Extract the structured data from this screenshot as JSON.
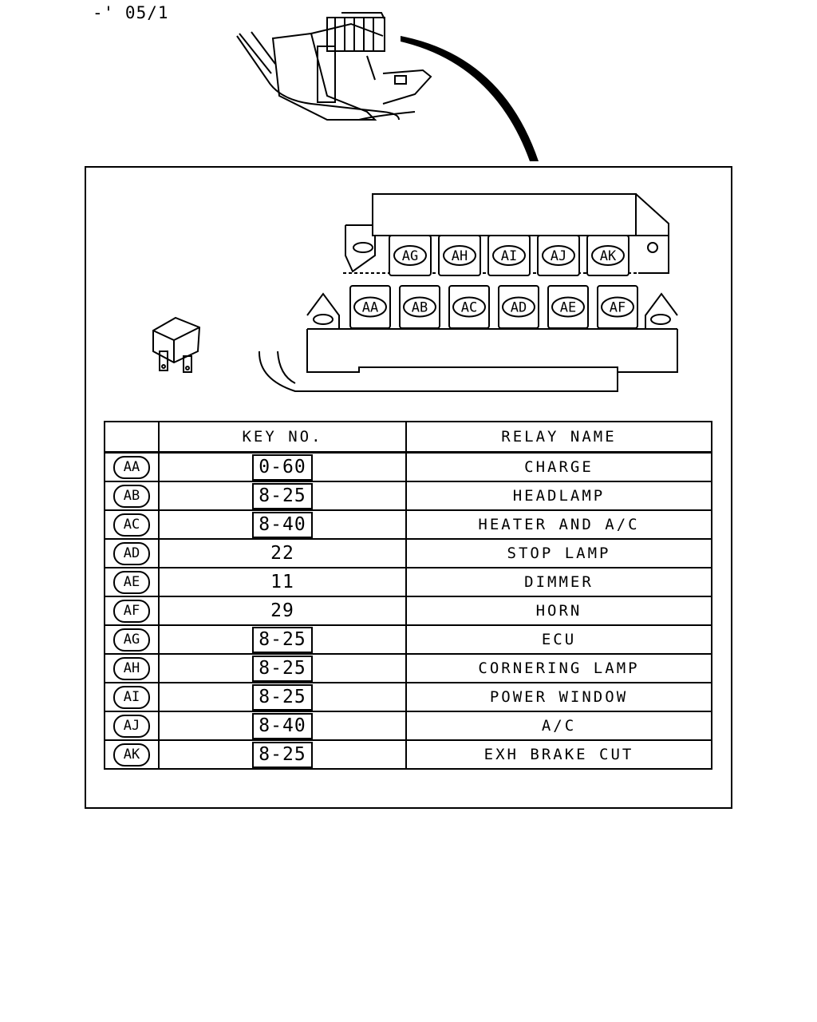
{
  "page_code": "-' 05/1",
  "block_labels_top": [
    "AG",
    "AH",
    "AI",
    "AJ",
    "AK"
  ],
  "block_labels_bottom": [
    "AA",
    "AB",
    "AC",
    "AD",
    "AE",
    "AF"
  ],
  "table": {
    "headers": [
      "",
      "KEY NO.",
      "RELAY NAME"
    ],
    "rows": [
      {
        "id": "AA",
        "key": "0-60",
        "boxed": true,
        "name": "CHARGE"
      },
      {
        "id": "AB",
        "key": "8-25",
        "boxed": true,
        "name": "HEADLAMP"
      },
      {
        "id": "AC",
        "key": "8-40",
        "boxed": true,
        "name": "HEATER AND A/C"
      },
      {
        "id": "AD",
        "key": "22",
        "boxed": false,
        "name": "STOP LAMP"
      },
      {
        "id": "AE",
        "key": "11",
        "boxed": false,
        "name": "DIMMER"
      },
      {
        "id": "AF",
        "key": "29",
        "boxed": false,
        "name": "HORN"
      },
      {
        "id": "AG",
        "key": "8-25",
        "boxed": true,
        "name": "ECU"
      },
      {
        "id": "AH",
        "key": "8-25",
        "boxed": true,
        "name": "CORNERING LAMP"
      },
      {
        "id": "AI",
        "key": "8-25",
        "boxed": true,
        "name": "POWER WINDOW"
      },
      {
        "id": "AJ",
        "key": "8-40",
        "boxed": true,
        "name": "A/C"
      },
      {
        "id": "AK",
        "key": "8-25",
        "boxed": true,
        "name": "EXH BRAKE CUT"
      }
    ]
  }
}
